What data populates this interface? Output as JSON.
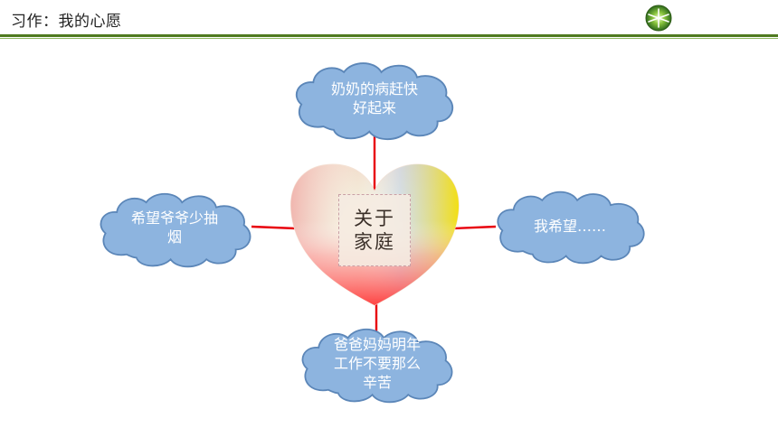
{
  "header": {
    "title": "习作：我的心愿"
  },
  "center": {
    "label": "关于\n家庭"
  },
  "wishes": {
    "top": "奶奶的病赶快\n好起来",
    "left": "希望爷爷少抽\n烟",
    "right": "我希望……",
    "bottom": "爸爸妈妈明年\n工作不要那么\n辛苦"
  },
  "colors": {
    "cloud_fill": "#8db4df",
    "cloud_stroke": "#5b86b8",
    "connector": "#e8000b",
    "header_rule": "#4f7a1f"
  }
}
